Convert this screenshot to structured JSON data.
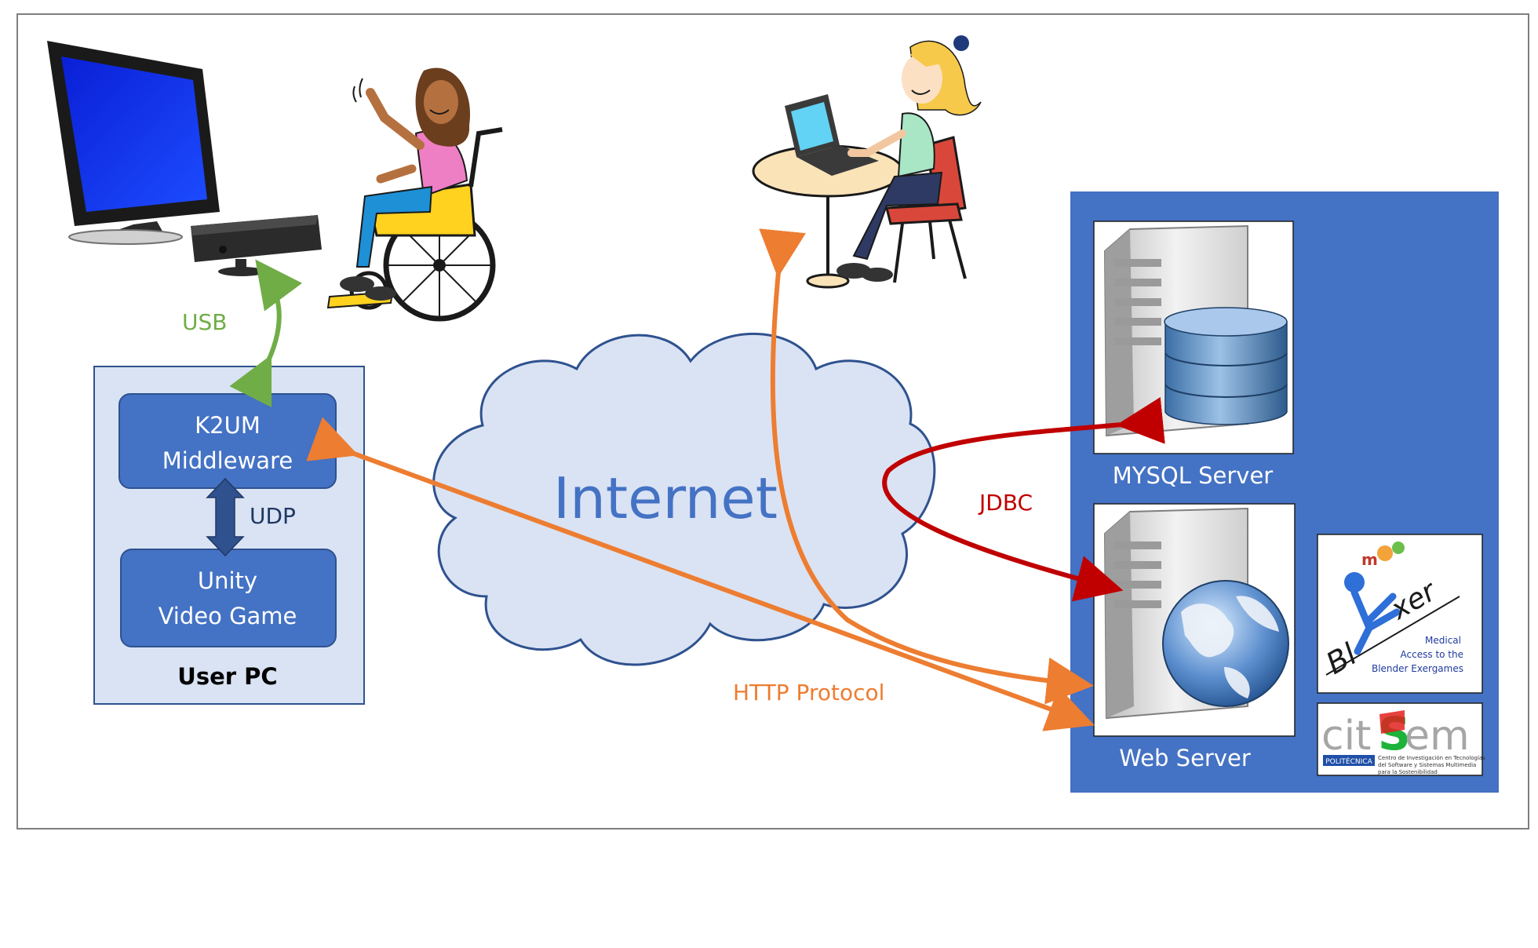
{
  "diagram": {
    "usb_label": "USB",
    "udp_label": "UDP",
    "jdbc_label": "JDBC",
    "http_label": "HTTP Protocol",
    "internet_label": "Internet",
    "middleware_line1": "K2UM",
    "middleware_line2": "Middleware",
    "game_line1": "Unity",
    "game_line2": "Video Game",
    "user_pc_label": "User PC",
    "mysql_label": "MYSQL Server",
    "web_label": "Web Server"
  },
  "logos": {
    "blexer_text": "BlExer",
    "blexer_tagline1": "Medical",
    "blexer_tagline2": "Access to the",
    "blexer_tagline3": "Blender Exergames",
    "citsem_text": "citSem",
    "citsem_badge": "POLITÉCNICA",
    "citsem_tagline1": "Centro de Investigación en Tecnologías",
    "citsem_tagline2": "del Software y Sistemas Multimedia",
    "citsem_tagline3": "para la Sostenibilidad"
  },
  "colors": {
    "blue_box": "#4472c4",
    "light_blue_panel": "#dae3f3",
    "usb_green": "#70ad47",
    "http_orange": "#ed7d31",
    "jdbc_red": "#c00000",
    "internet_text": "#4472c4"
  }
}
